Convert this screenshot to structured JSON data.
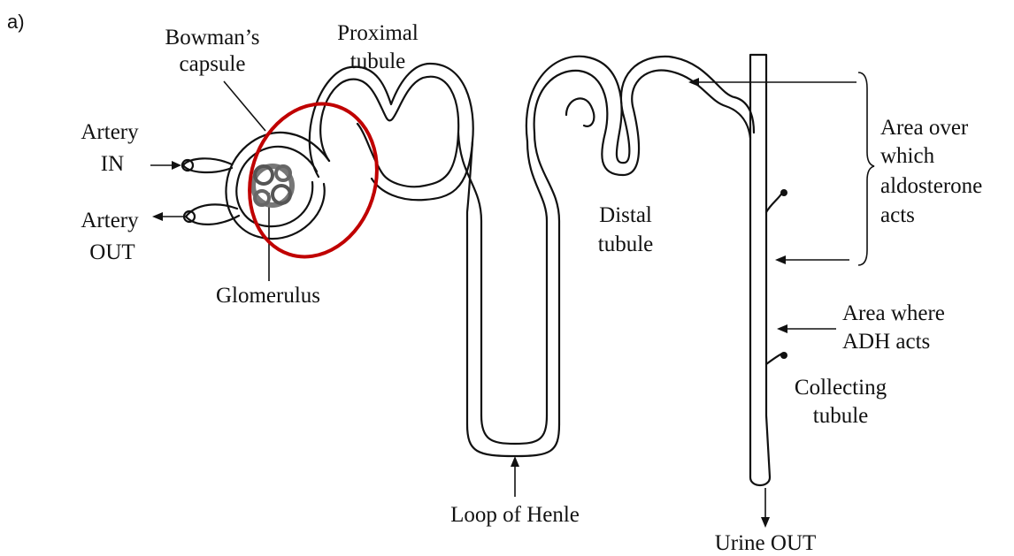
{
  "panel_label": "a)",
  "labels": {
    "bowmans_capsule": [
      "Bowman’s",
      "capsule"
    ],
    "proximal_tubule": [
      "Proximal",
      "tubule"
    ],
    "artery_in": [
      "Artery",
      "IN"
    ],
    "artery_out": [
      "Artery",
      "OUT"
    ],
    "glomerulus": "Glomerulus",
    "distal_tubule": [
      "Distal",
      "tubule"
    ],
    "aldosterone_area": [
      "Area over",
      "which",
      "aldosterone",
      "acts"
    ],
    "adh_area": [
      "Area where",
      "ADH acts"
    ],
    "collecting_tubule": [
      "Collecting",
      "tubule"
    ],
    "loop_of_henle": "Loop of Henle",
    "urine_out": "Urine OUT"
  },
  "highlight": {
    "shape": "ellipse",
    "color": "#c00000"
  },
  "colors": {
    "ink": "#111111",
    "glomerulus": "#777777"
  }
}
